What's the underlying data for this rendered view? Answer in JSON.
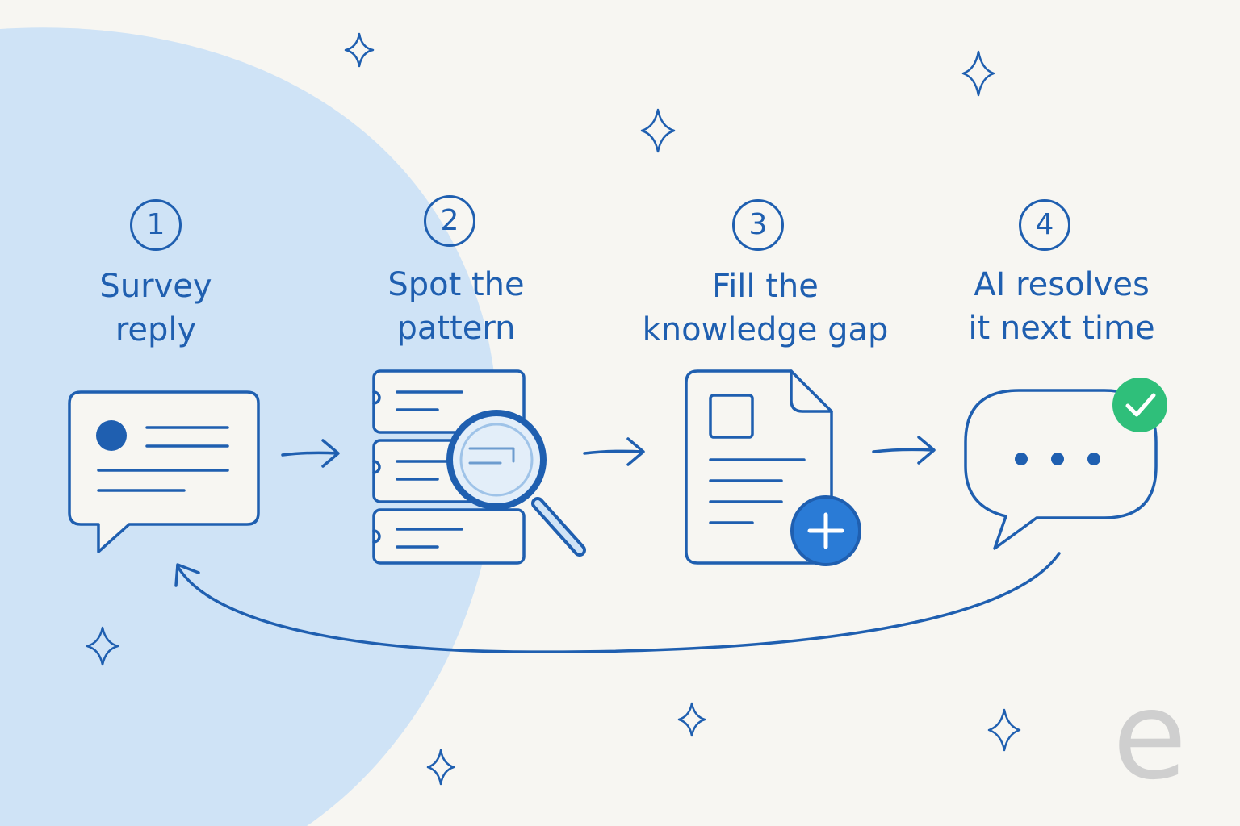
{
  "colors": {
    "background": "#f7f6f2",
    "blob": "#cfe3f6",
    "ink": "#1f5fb0",
    "accent_blue": "#2a7bd6",
    "accent_green": "#2fbf7a",
    "watermark": "#cfcfcf"
  },
  "steps": [
    {
      "number": "1",
      "label": "Survey\nreply",
      "icon": "survey-chat-icon"
    },
    {
      "number": "2",
      "label": "Spot the\npattern",
      "icon": "magnifier-over-list-icon"
    },
    {
      "number": "3",
      "label": "Fill the\nknowledge gap",
      "icon": "document-plus-icon"
    },
    {
      "number": "4",
      "label": "AI resolves\nit next time",
      "icon": "chat-bubble-check-icon"
    }
  ],
  "connectors": [
    "arrow-right-icon",
    "arrow-right-icon",
    "arrow-right-icon",
    "loop-back-arrow-icon"
  ],
  "decorations": [
    "sparkle-icon"
  ],
  "watermark": {
    "text": "e"
  }
}
